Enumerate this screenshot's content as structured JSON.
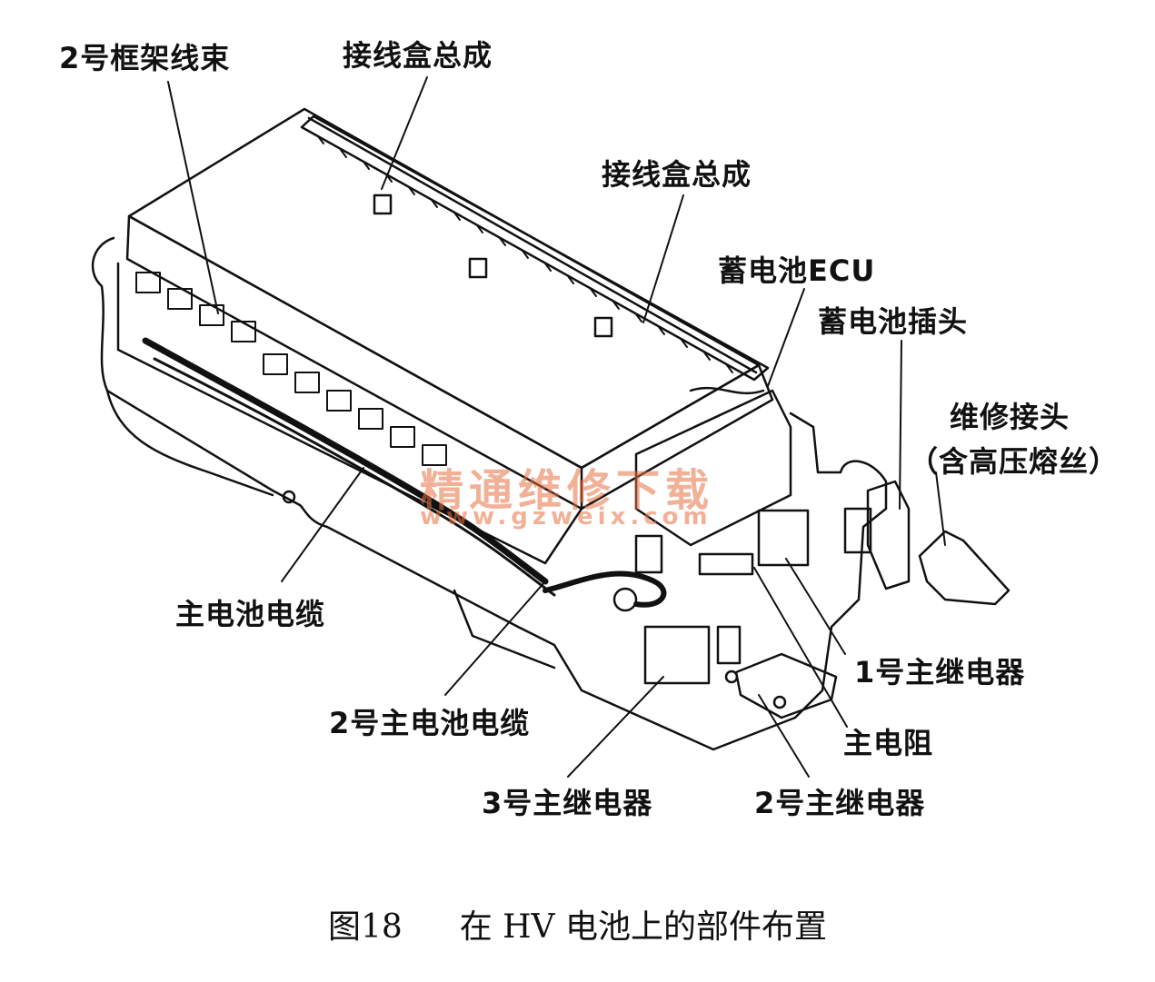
{
  "labels": {
    "frame_harness_2": "2号框架线束",
    "junction_box_top": "接线盒总成",
    "junction_box_right": "接线盒总成",
    "battery_ecu": "蓄电池ECU",
    "battery_plug": "蓄电池插头",
    "service_plug_line1": "维修接头",
    "service_plug_line2": "（含高压熔丝）",
    "main_battery_cable": "主电池电缆",
    "main_battery_cable_2": "2号主电池电缆",
    "main_relay_1": "1号主继电器",
    "main_resistor": "主电阻",
    "main_relay_3": "3号主继电器",
    "main_relay_2": "2号主继电器"
  },
  "caption": {
    "number": "图18",
    "text": "在 HV 电池上的部件布置"
  },
  "watermark": {
    "text": "精通维修下载",
    "url": "www.gzweix.com",
    "color": "#e77042"
  }
}
